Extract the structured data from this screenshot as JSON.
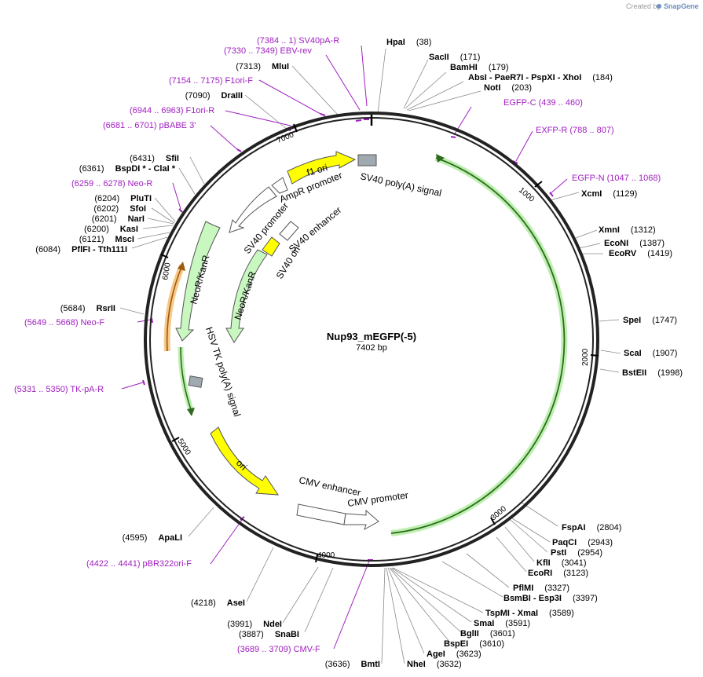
{
  "watermark": {
    "created_by": "Created by",
    "brand": "SnapGene"
  },
  "plasmid": {
    "name": "Nup93_mEGFP(-5)",
    "size": "7402 bp"
  },
  "ticks": [
    "1000",
    "2000",
    "3000",
    "4000",
    "5000",
    "6000",
    "7000"
  ],
  "features": {
    "f1_ori": "f1 ori",
    "sv40_polya": "SV40 poly(A) signal",
    "ampr_promoter": "AmpR promoter",
    "sv40_promoter": "SV40 promoter",
    "sv40_enhancer": "SV40 enhancer",
    "sv40_ori": "SV40 ori",
    "neokanr_outer": "NeoR/KanR",
    "neokanr_inner": "NeoR/KanR",
    "hsv_tk": "HSV TK poly(A) signal",
    "ori": "ori",
    "cmv_enhancer": "CMV enhancer",
    "cmv_promoter": "CMV promoter"
  },
  "primers": {
    "sv40pa_r": "(7384 .. 1)  SV40pA-R",
    "ebv_rev": "(7330 .. 7349)  EBV-rev",
    "f1ori_f": "(7154 .. 7175)  F1ori-F",
    "f1ori_r": "(6944 .. 6963)  F1ori-R",
    "pbabe3": "(6681 .. 6701)  pBABE 3'",
    "neo_r": "(6259 .. 6278)  Neo-R",
    "neo_f": "(5649 .. 5668)  Neo-F",
    "tk_pa_r": "(5331 .. 5350)  TK-pA-R",
    "pbr322ori_f": "(4422 .. 4441)  pBR322ori-F",
    "cmv_f": "(3689 .. 3709)  CMV-F",
    "egfp_c": "EGFP-C     (439 .. 460)",
    "exfp_r": "EXFP-R     (788 .. 807)",
    "egfp_n": "EGFP-N     (1047 .. 1068)"
  },
  "enzymes": {
    "hpai": {
      "name": "HpaI",
      "pos": "(38)"
    },
    "sacii": {
      "name": "SacII",
      "pos": "(171)"
    },
    "bamhi": {
      "name": "BamHI",
      "pos": "(179)"
    },
    "absi": {
      "name": "AbsI",
      "rest": " - PaeR7I  - PspXI  - XhoI",
      "pos": "(184)"
    },
    "noti": {
      "name": "NotI",
      "pos": "(203)"
    },
    "xcmi": {
      "name": "XcmI",
      "pos": "(1129)"
    },
    "xmni": {
      "name": "XmnI",
      "pos": "(1312)"
    },
    "econi": {
      "name": "EcoNI",
      "pos": "(1387)"
    },
    "ecorv": {
      "name": "EcoRV",
      "pos": "(1419)"
    },
    "spei": {
      "name": "SpeI",
      "pos": "(1747)"
    },
    "scai": {
      "name": "ScaI",
      "pos": "(1907)"
    },
    "bsteii": {
      "name": "BstEII",
      "pos": "(1998)"
    },
    "fspai": {
      "name": "FspAI",
      "pos": "(2804)"
    },
    "paqci": {
      "name": "PaqCI",
      "pos": "(2943)"
    },
    "psti": {
      "name": "PstI",
      "pos": "(2954)"
    },
    "kfli": {
      "name": "KflI",
      "pos": "(3041)"
    },
    "ecori": {
      "name": "EcoRI",
      "pos": "(3123)"
    },
    "pflmi": {
      "name": "PflMI",
      "pos": "(3327)"
    },
    "bsmbi": {
      "name": "BsmBI",
      "rest": " - Esp3I",
      "pos": "(3397)"
    },
    "tspmi": {
      "name": "TspMI",
      "rest": " - XmaI",
      "pos": "(3589)"
    },
    "smai": {
      "name": "SmaI",
      "pos": "(3591)"
    },
    "bglii": {
      "name": "BglII",
      "pos": "(3601)"
    },
    "bspei": {
      "name": "BspEI",
      "pos": "(3610)"
    },
    "agei": {
      "name": "AgeI",
      "pos": "(3623)"
    },
    "nhei": {
      "name": "NheI",
      "pos": "(3632)"
    },
    "bmti": {
      "name": "BmtI",
      "pos": "(3636)"
    },
    "snabi": {
      "name": "SnaBI",
      "pos": "(3887)"
    },
    "ndei": {
      "name": "NdeI",
      "pos": "(3991)"
    },
    "asei": {
      "name": "AseI",
      "pos": "(4218)"
    },
    "apali": {
      "name": "ApaLI",
      "pos": "(4595)"
    },
    "rsrii": {
      "name": "RsrII",
      "pos": "(5684)"
    },
    "pflfi": {
      "name": "PflFI",
      "rest": " - Tth111I",
      "pos": "(6084)"
    },
    "msci": {
      "name": "MscI",
      "pos": "(6121)"
    },
    "kasi": {
      "name": "KasI",
      "pos": "(6200)"
    },
    "nari": {
      "name": "NarI",
      "pos": "(6201)"
    },
    "sfoi": {
      "name": "SfoI",
      "pos": "(6202)"
    },
    "pluti": {
      "name": "PluTI",
      "pos": "(6204)"
    },
    "bspdi": {
      "name": "BspDI *",
      "rest": " - ClaI *",
      "pos": "(6361)"
    },
    "sfii": {
      "name": "SfiI",
      "pos": "(6431)"
    },
    "draiii": {
      "name": "DraIII",
      "pos": "(7090)"
    },
    "mlui": {
      "name": "MluI",
      "pos": "(7313)"
    }
  }
}
